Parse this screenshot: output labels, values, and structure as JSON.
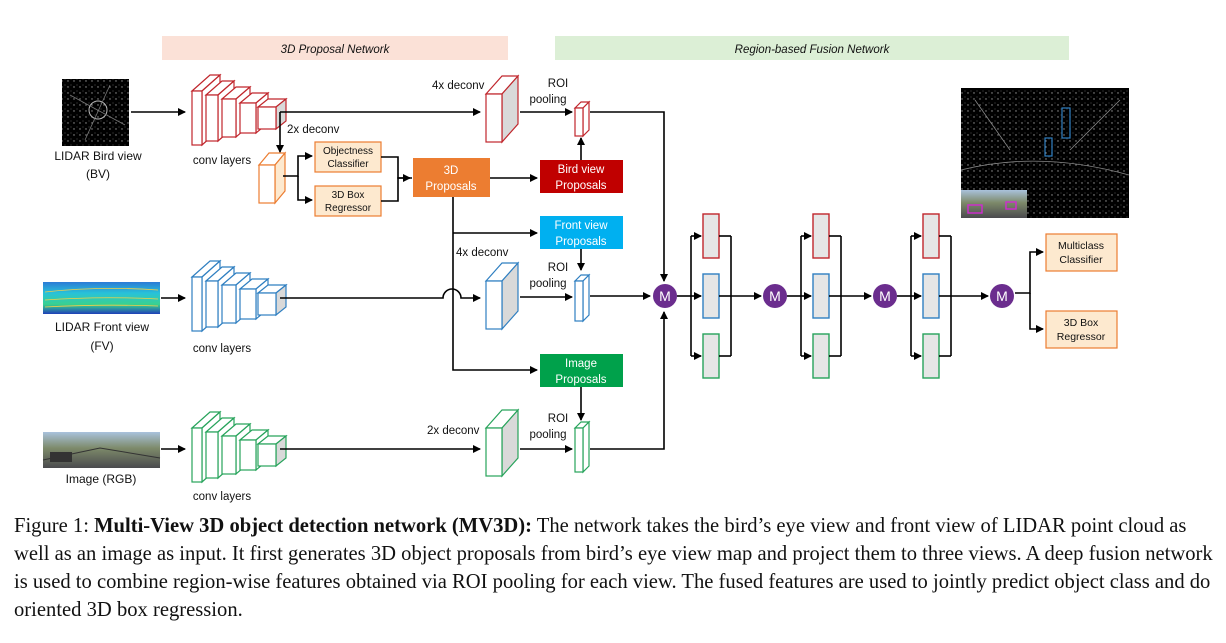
{
  "headers": {
    "proposal_network": "3D Proposal Network",
    "fusion_network": "Region-based Fusion Network"
  },
  "inputs": {
    "bev": {
      "line1": "LIDAR Bird view",
      "line2": "(BV)"
    },
    "fv": {
      "line1": "LIDAR Front view",
      "line2": "(FV)"
    },
    "rgb": {
      "line1": "Image (RGB)"
    }
  },
  "labels": {
    "conv_layers": "conv layers",
    "deconv_2x": "2x deconv",
    "deconv_4x": "4x deconv",
    "roi_line1": "ROI",
    "roi_line2": "pooling",
    "merge": "M"
  },
  "boxes": {
    "objectness": {
      "line1": "Objectness",
      "line2": "Classifier"
    },
    "box_regressor_rpn": {
      "line1": "3D Box",
      "line2": "Regressor"
    },
    "proposals_3d": {
      "line1": "3D",
      "line2": "Proposals"
    },
    "bird_proposals": {
      "line1": "Bird view",
      "line2": "Proposals"
    },
    "front_proposals": {
      "line1": "Front view",
      "line2": "Proposals"
    },
    "image_proposals": {
      "line1": "Image",
      "line2": "Proposals"
    },
    "multiclass": {
      "line1": "Multiclass",
      "line2": "Classifier"
    },
    "box_regressor_out": {
      "line1": "3D Box",
      "line2": "Regressor"
    }
  },
  "caption": {
    "prefix": "Figure 1: ",
    "title": "Multi-View 3D object detection network (MV3D):",
    "body": " The network takes the bird’s eye view and front view of LIDAR point cloud as well as an image as input. It first generates 3D object proposals from bird’s eye view map and project them to three views. A deep fusion network is used to combine region-wise features obtained via ROI pooling for each view. The fused features are used to jointly predict object class and do oriented 3D box regression."
  },
  "colors": {
    "bev": "#c0262c",
    "fv": "#2f7fc1",
    "rgb": "#27a35b",
    "proposals_3d": "#ec7d31",
    "bird_proposals": "#c00000",
    "front_proposals": "#00b0f0",
    "image_proposals": "#00a14b",
    "merge": "#6b2d8e",
    "header_left": "#fbe1d7",
    "header_right": "#dcefd6",
    "orange_box_fill": "#fde9cf",
    "orange_box_stroke": "#ec7d31"
  }
}
